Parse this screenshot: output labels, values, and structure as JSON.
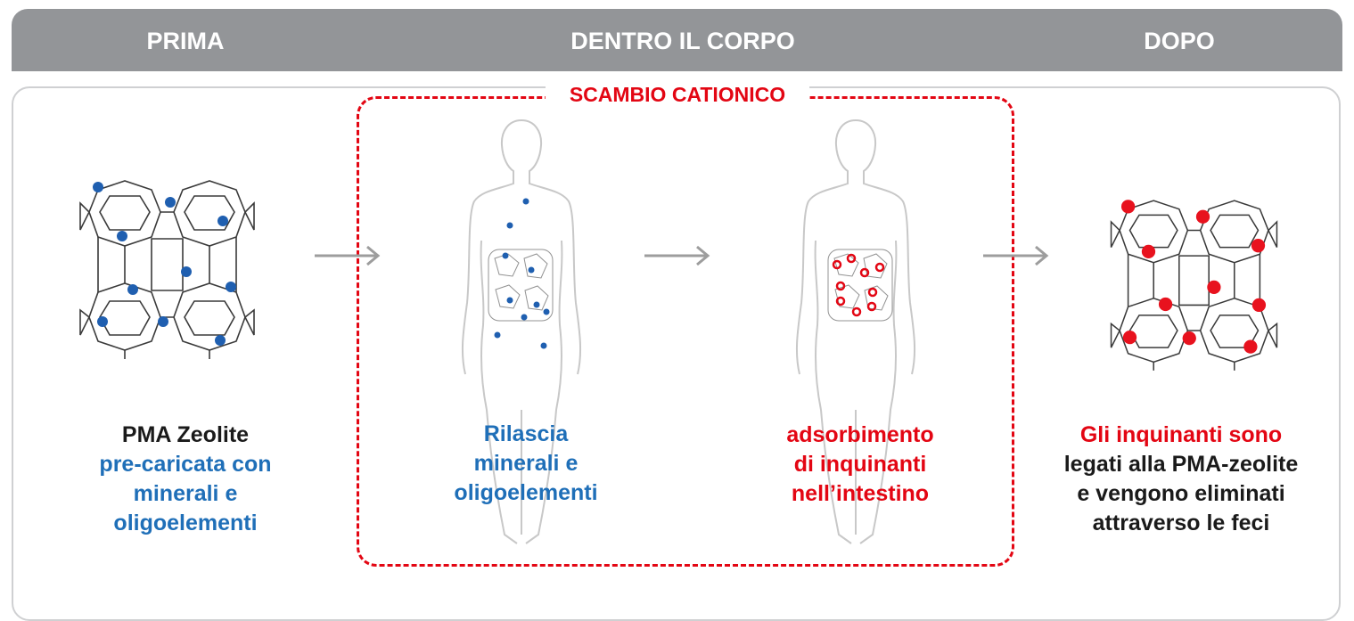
{
  "header": {
    "before": "PRIMA",
    "inside": "DENTRO IL CORPO",
    "after": "DOPO"
  },
  "exchange_label": "SCAMBIO CATIONICO",
  "captions": {
    "before": {
      "title": "PMA Zeolite",
      "lines": [
        "pre-caricata con",
        "minerali e",
        "oligoelementi"
      ]
    },
    "release": {
      "lines": [
        "Rilascia",
        "minerali e",
        "oligoelementi"
      ]
    },
    "absorption": {
      "lines": [
        "adsorbimento",
        "di inquinanti",
        "nell’intestino"
      ]
    },
    "after": {
      "red_line": "Gli inquinanti sono",
      "lines": [
        "legati alla PMA-zeolite",
        "e vengono eliminati",
        "attraverso le feci"
      ]
    }
  },
  "colors": {
    "header": "#939598",
    "minerals": "#1f6fb8",
    "pollutants": "#e30613",
    "arrow": "#9d9d9d",
    "outline": "#c8c8c8"
  },
  "icons": [
    "zeolite-crystal-icon",
    "body-silhouette-icon",
    "arrow-right-icon"
  ]
}
